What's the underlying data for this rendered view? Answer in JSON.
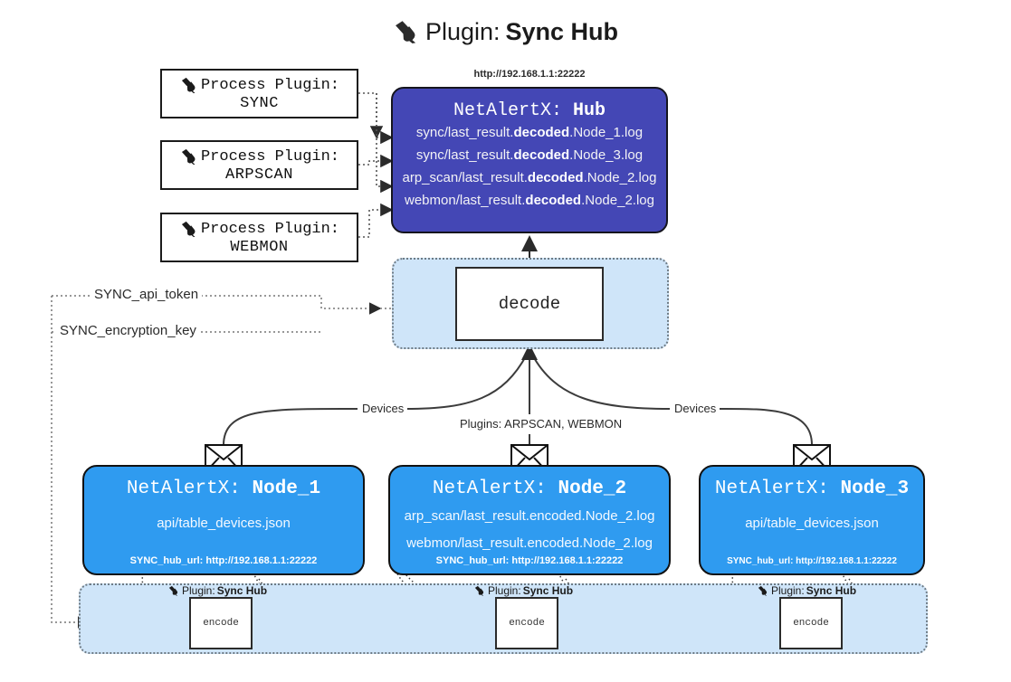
{
  "title": {
    "icon": "plug-icon",
    "prefix": "Plugin:",
    "name": "Sync Hub"
  },
  "process_plugins": [
    {
      "icon": "plug-icon",
      "line1": "Process Plugin:",
      "line2": "SYNC"
    },
    {
      "icon": "plug-icon",
      "line1": "Process Plugin:",
      "line2": "ARPSCAN"
    },
    {
      "icon": "plug-icon",
      "line1": "Process Plugin:",
      "line2": "WEBMON"
    }
  ],
  "hub": {
    "url": "http://192.168.1.1:22222",
    "title_prefix": "NetAlertX:",
    "title_name": "Hub",
    "rows": [
      {
        "pre": "sync/last_result.",
        "em": "decoded",
        "post": ".Node_1.log"
      },
      {
        "pre": "sync/last_result.",
        "em": "decoded",
        "post": ".Node_3.log"
      },
      {
        "pre": "arp_scan/last_result.",
        "em": "decoded",
        "post": ".Node_2.log"
      },
      {
        "pre": "webmon/last_result.",
        "em": "decoded",
        "post": ".Node_2.log"
      }
    ]
  },
  "decode": {
    "label": "decode"
  },
  "secrets": [
    {
      "label": "SYNC_api_token"
    },
    {
      "label": "SYNC_encryption_key"
    }
  ],
  "edge_labels": {
    "devices_left": "Devices",
    "devices_right": "Devices",
    "plugins_middle": "Plugins: ARPSCAN, WEBMON"
  },
  "nodes": [
    {
      "title_prefix": "NetAlertX:",
      "title_name": "Node_1",
      "lines": [
        "api/table_devices.json"
      ],
      "footer": "SYNC_hub_url: http://192.168.1.1:22222",
      "icon": "envelope-icon"
    },
    {
      "title_prefix": "NetAlertX:",
      "title_name": "Node_2",
      "lines": [
        "arp_scan/last_result.encoded.Node_2.log",
        "webmon/last_result.encoded.Node_2.log"
      ],
      "footer": "SYNC_hub_url: http://192.168.1.1:22222",
      "icon": "envelope-icon"
    },
    {
      "title_prefix": "NetAlertX:",
      "title_name": "Node_3",
      "lines": [
        "api/table_devices.json"
      ],
      "footer": "SYNC_hub_url: http://192.168.1.1:22222",
      "icon": "envelope-icon"
    }
  ],
  "encoders": [
    {
      "plugin_prefix": "Plugin:",
      "plugin_name": "Sync Hub",
      "box_label": "encode",
      "icon": "plug-icon"
    },
    {
      "plugin_prefix": "Plugin:",
      "plugin_name": "Sync Hub",
      "box_label": "encode",
      "icon": "plug-icon"
    },
    {
      "plugin_prefix": "Plugin:",
      "plugin_name": "Sync Hub",
      "box_label": "encode",
      "icon": "plug-icon"
    }
  ],
  "colors": {
    "hub_fill": "#4447b5",
    "node_fill": "#2f9bf0",
    "container_fill": "#cfe5f9",
    "stroke": "#2b2b2b",
    "background": "#ffffff"
  }
}
